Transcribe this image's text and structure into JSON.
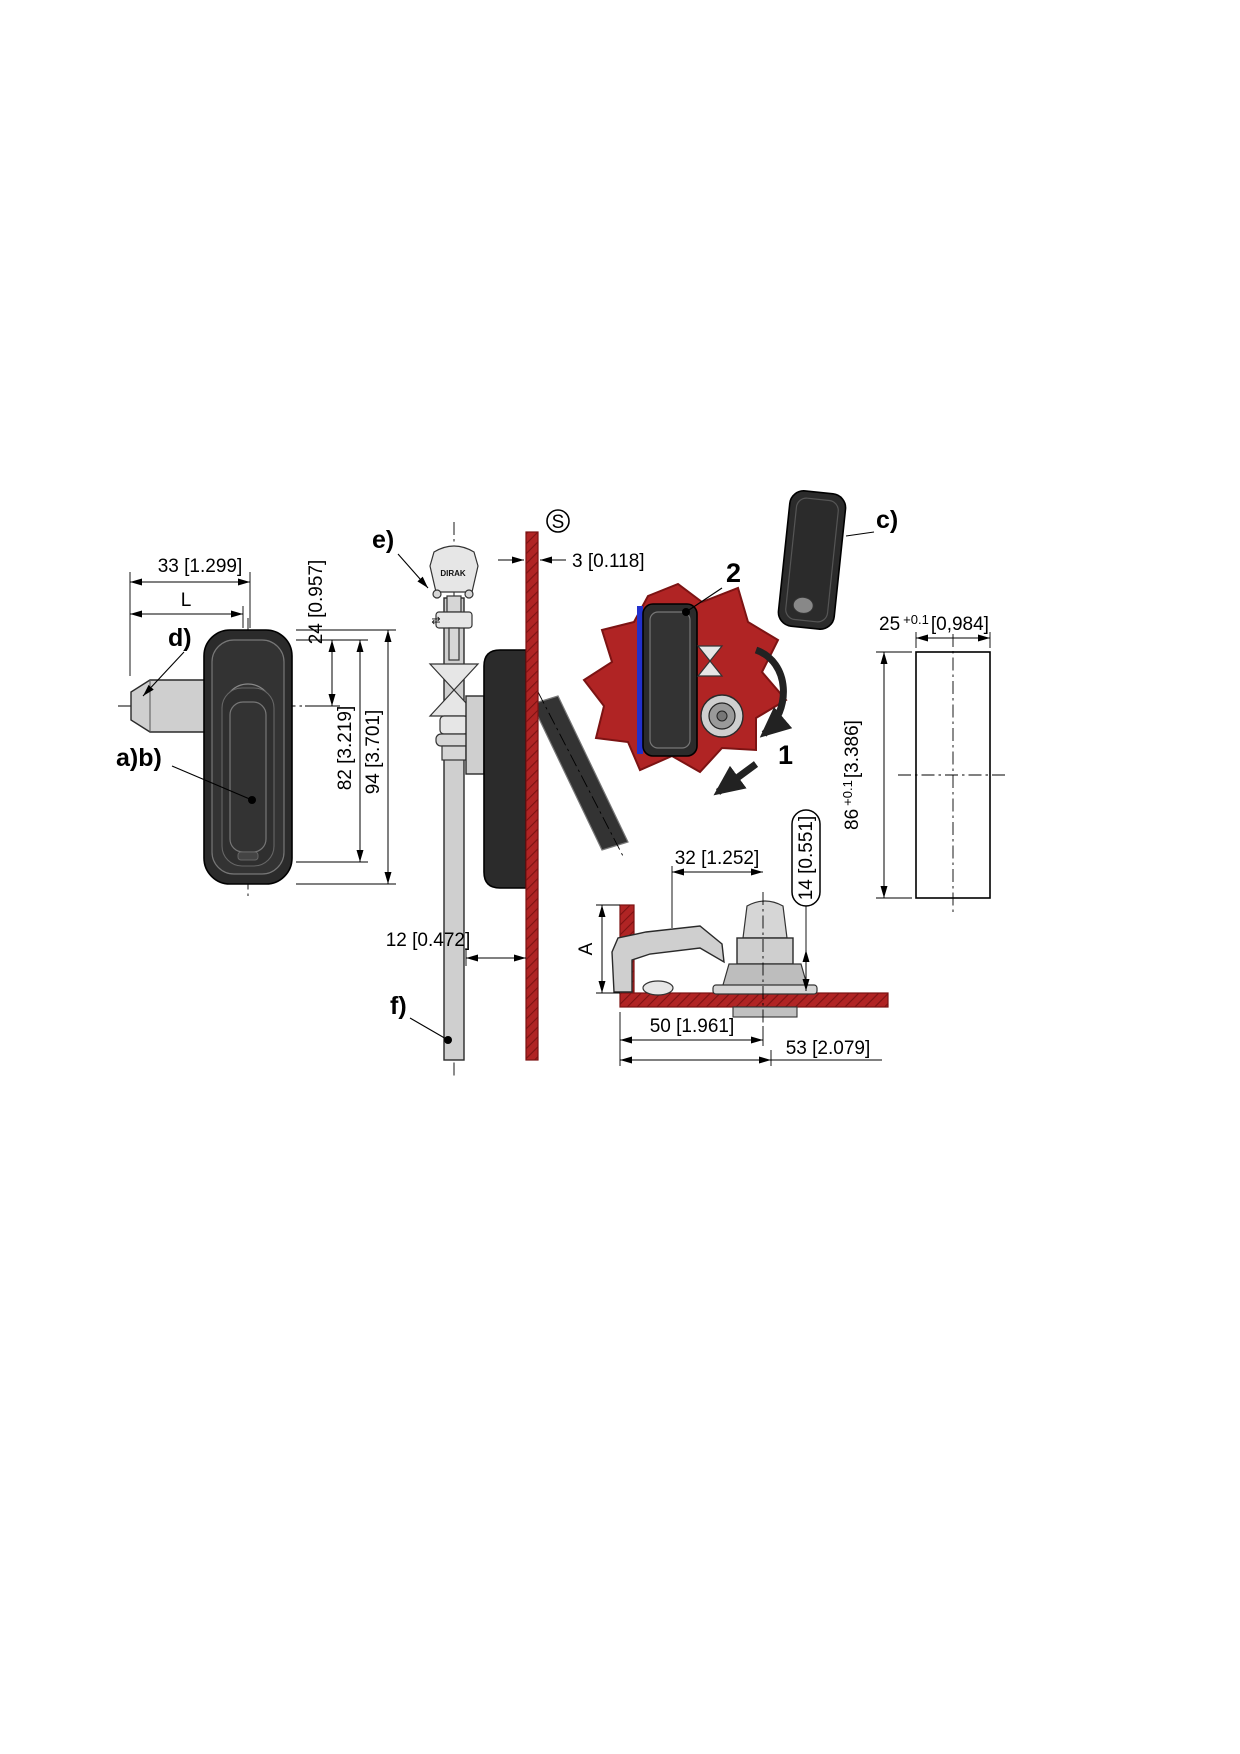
{
  "meta": {
    "type": "technical-drawing",
    "subject": "swinghandle-latch-installation"
  },
  "colors": {
    "panel_red": "#b02424",
    "hatch_red": "#7c1313",
    "part_dark": "#2b2b2b",
    "metal_gray": "#cfcfcf",
    "seal_blue": "#2230cc"
  },
  "labels": {
    "ab": "a)b)",
    "c": "c)",
    "d": "d)",
    "e": "e)",
    "f": "f)",
    "part1": "1",
    "part2": "2",
    "surface": "S",
    "gap": "A",
    "grip": "L",
    "brand": "DIRAK",
    "swing_icon": "⇄"
  },
  "dims": {
    "d33": "33 [1.299]",
    "d24": "24 [0.957]",
    "d82": "82 [3.219]",
    "d94": "94 [3.701]",
    "d3": "3 [0.118]",
    "d12": "12 [0.472]",
    "d25_val": "25",
    "d25_tol": "+0.1",
    "d25_in": "[0,984]",
    "d86_val": "86",
    "d86_tol": "+0.1",
    "d86_in": "[3.386]",
    "d32": "32 [1.252]",
    "d14": "14 [0.551]",
    "d50": "50 [1.961]",
    "d53": "53 [2.079]"
  }
}
